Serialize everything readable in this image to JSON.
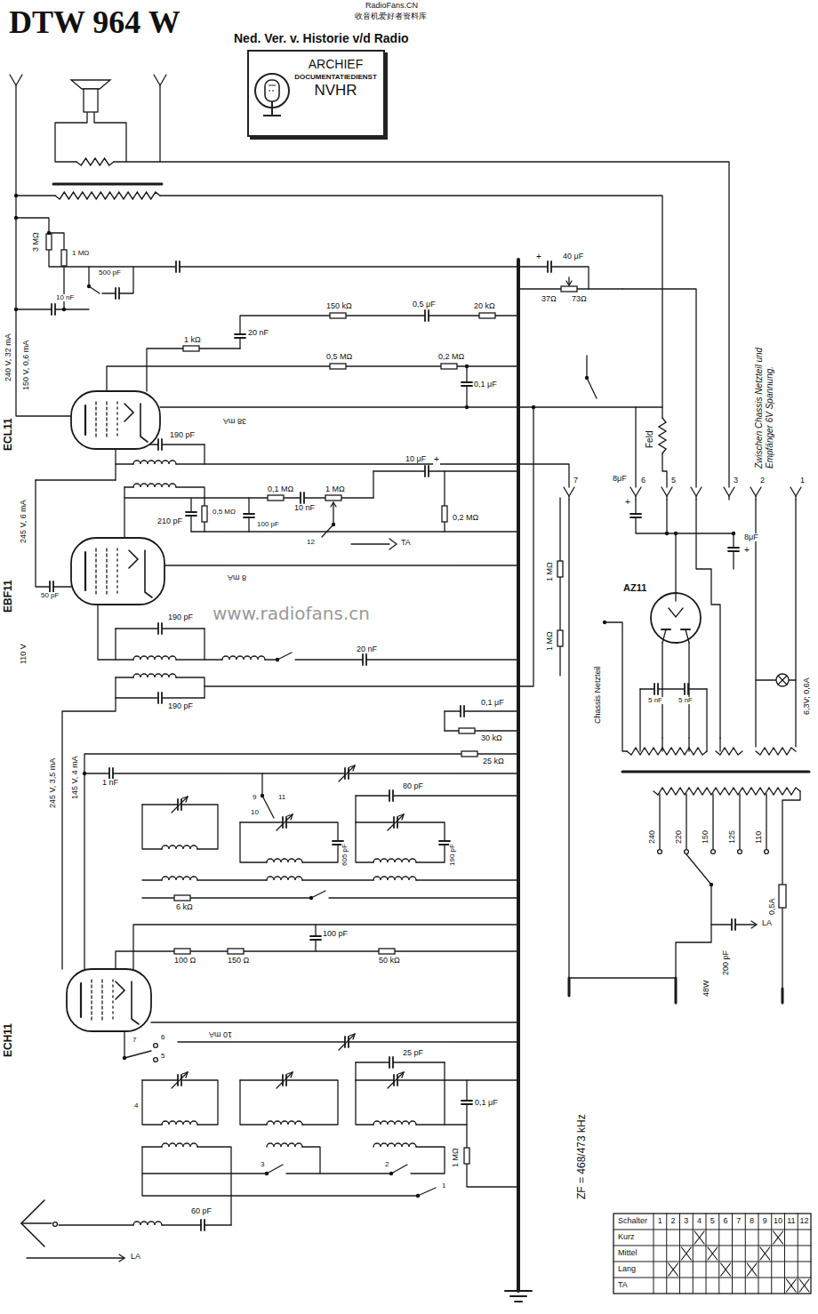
{
  "diagram": {
    "title": "DTW 964 W",
    "nodes": [
      {
        "text": [
          "ARCHIEF",
          "DOCUMENTATIEDIENST",
          "NVHR"
        ]
      }
    ],
    "labels": [
      "Ned. Ver. v. Historie v/d Radio",
      "RadioFans.CN",
      "收音机爱好者资料库",
      "3 MΩ",
      "1 MΩ",
      "500 pF",
      "10 nF",
      "240 V, 32 mA",
      "150 V, 0,6 mA",
      "1 kΩ",
      "20 nF",
      "150 kΩ",
      "0,5 μF",
      "20 kΩ",
      "37Ω",
      "73Ω",
      "+",
      "40 μF",
      "0,5 MΩ",
      "0,2 MΩ",
      "0,1 μF",
      "38 mA",
      "ECL11",
      "190 pF",
      "245 V, 6 mA",
      "210 pF",
      "0,5 MΩ",
      "0,1 MΩ",
      "10 nF",
      "1 MΩ",
      "10 μF",
      "+",
      "0,2 MΩ",
      "12",
      "TA",
      "100 pF",
      "8 mA",
      "50 pF",
      "EBF11",
      "110 V",
      "190 pF",
      "20 nF",
      "1 MΩ",
      "1 MΩ",
      "190 pF",
      "0,1 μF",
      "30 kΩ",
      "25 kΩ",
      "1 nF",
      "80 pF",
      "9",
      "10",
      "11",
      "605 pF",
      "190 pF",
      "6 kΩ",
      "245 V, 3,5 mA",
      "145 V, 4 mA",
      "100 pF",
      "100 Ω",
      "150 Ω",
      "50 kΩ",
      "10 mA",
      "ECH11",
      "7",
      "6",
      "5",
      "4",
      "3",
      "2",
      "1",
      "25 pF",
      "0,1 μF",
      "1 MΩ",
      "60 pF",
      "LA",
      "ZF = 468/473 kHz",
      "Zwischen Chassis Netzteil und Empfänger 6V Spannung.",
      "Feld",
      "8μF",
      "+",
      "6",
      "7",
      "5",
      "3",
      "2",
      "1",
      "8μF",
      "+",
      "AZ11",
      "Chassis Netzteil",
      "5 nF",
      "5 nF",
      "6,3V; 0,6A",
      "240",
      "220",
      "150",
      "125",
      "110",
      "0,5A",
      "200 pF",
      "LA",
      "48W",
      "www.radiofans.cn",
      "Schalter",
      "1",
      "2",
      "3",
      "4",
      "5",
      "6",
      "7",
      "8",
      "9",
      "10",
      "11",
      "12",
      "Kurz",
      "Mittel",
      "Lang",
      "TA"
    ]
  }
}
